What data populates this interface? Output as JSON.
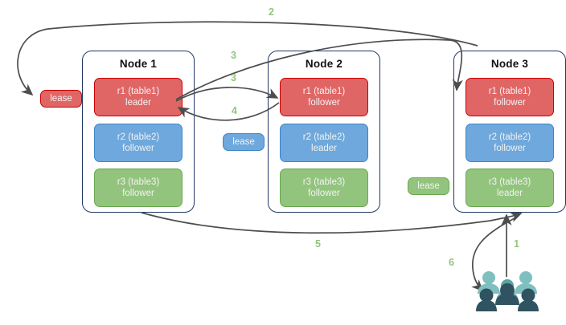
{
  "diagram": {
    "title": "Distributed SQL lease / raft leaseholder diagram",
    "colors": {
      "red_fill": "#e06666",
      "red_stroke": "#cc0000",
      "blue_fill": "#6fa8dc",
      "blue_stroke": "#3d85c6",
      "green_fill": "#93c47d",
      "green_stroke": "#6aa84f",
      "node_border": "#1f3864",
      "arrow": "#4d4d4d",
      "label_green": "#93c47d",
      "user_light": "#7fbfbf",
      "user_mid": "#5ba3a3",
      "user_dark": "#2f5360"
    },
    "nodes": [
      {
        "name": "node-1",
        "title": "Node 1",
        "replicas": [
          {
            "name": "r1",
            "line1": "r1 (table1)",
            "line2": "leader",
            "color": "red"
          },
          {
            "name": "r2",
            "line1": "r2 (table2)",
            "line2": "follower",
            "color": "blue"
          },
          {
            "name": "r3",
            "line1": "r3 (table3)",
            "line2": "follower",
            "color": "green"
          }
        ]
      },
      {
        "name": "node-2",
        "title": "Node 2",
        "replicas": [
          {
            "name": "r1",
            "line1": "r1 (table1)",
            "line2": "follower",
            "color": "red"
          },
          {
            "name": "r2",
            "line1": "r2 (table2)",
            "line2": "leader",
            "color": "blue"
          },
          {
            "name": "r3",
            "line1": "r3 (table3)",
            "line2": "follower",
            "color": "green"
          }
        ]
      },
      {
        "name": "node-3",
        "title": "Node 3",
        "replicas": [
          {
            "name": "r1",
            "line1": "r1 (table1)",
            "line2": "follower",
            "color": "red"
          },
          {
            "name": "r2",
            "line1": "r2 (table2)",
            "line2": "follower",
            "color": "blue"
          },
          {
            "name": "r3",
            "line1": "r3 (table3)",
            "line2": "leader",
            "color": "green"
          }
        ]
      }
    ],
    "leases": [
      {
        "name": "lease-r1",
        "label": "lease",
        "color": "red"
      },
      {
        "name": "lease-r2",
        "label": "lease",
        "color": "blue"
      },
      {
        "name": "lease-r3",
        "label": "lease",
        "color": "green"
      }
    ],
    "edge_labels": [
      {
        "name": "edge-label-2",
        "text": "2"
      },
      {
        "name": "edge-label-3a",
        "text": "3"
      },
      {
        "name": "edge-label-3b",
        "text": "3"
      },
      {
        "name": "edge-label-4",
        "text": "4"
      },
      {
        "name": "edge-label-5",
        "text": "5"
      },
      {
        "name": "edge-label-1",
        "text": "1"
      },
      {
        "name": "edge-label-6",
        "text": "6"
      }
    ],
    "icons": {
      "users": "users-group-icon"
    }
  }
}
